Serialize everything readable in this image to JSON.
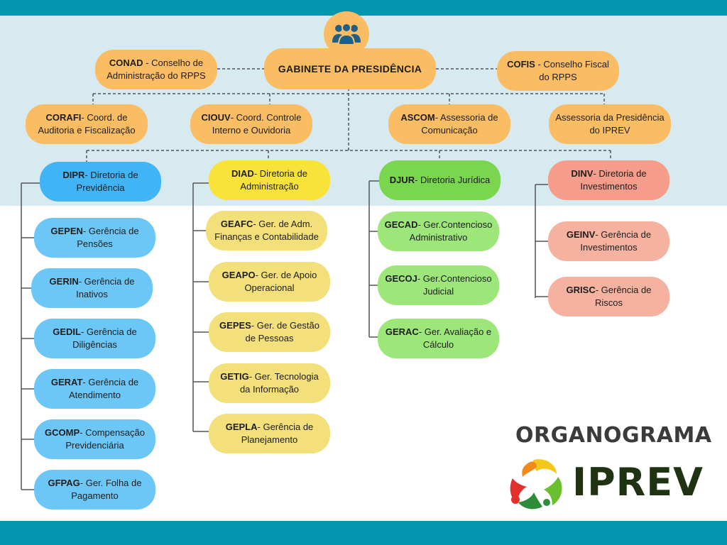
{
  "gabinete": "GABINETE DA PRESIDÊNCIA",
  "top_left": {
    "code": "CONAD",
    "desc": " - Conselho de Administração do RPPS"
  },
  "top_right": {
    "code": "COFIS",
    "desc": " - Conselho Fiscal do RPPS"
  },
  "advisory": [
    {
      "code": "CORAFI",
      "desc": "- Coord. de Auditoria e Fiscalização"
    },
    {
      "code": "CIOUV",
      "desc": "- Coord. Controle Interno e Ouvidoria"
    },
    {
      "code": "ASCOM",
      "desc": "- Assessoria de Comunicação"
    },
    {
      "code": "",
      "desc": "Assessoria da Presidência do IPREV"
    }
  ],
  "directorates": [
    {
      "code": "DIPR",
      "desc": "- Diretoria de Previdência",
      "units": [
        {
          "code": "GEPEN",
          "desc": "- Gerência de Pensões"
        },
        {
          "code": "GERIN",
          "desc": "- Gerência de Inativos"
        },
        {
          "code": "GEDIL",
          "desc": "- Gerência de Diligências"
        },
        {
          "code": "GERAT",
          "desc": "- Gerência de Atendimento"
        },
        {
          "code": "GCOMP",
          "desc": "- Compensação Previdenciária"
        },
        {
          "code": "GFPAG",
          "desc": "- Ger. Folha de Pagamento"
        }
      ]
    },
    {
      "code": "DIAD",
      "desc": "- Diretoria de Administração",
      "units": [
        {
          "code": "GEAFC",
          "desc": "- Ger. de Adm. Finanças e Contabilidade"
        },
        {
          "code": "GEAPO",
          "desc": "- Ger. de Apoio Operacional"
        },
        {
          "code": "GEPES",
          "desc": "- Ger. de Gestão de Pessoas"
        },
        {
          "code": "GETIG",
          "desc": "- Ger. Tecnologia da Informação"
        },
        {
          "code": "GEPLA",
          "desc": "- Gerência de Planejamento"
        }
      ]
    },
    {
      "code": "DJUR",
      "desc": "- Diretoria Jurídica",
      "units": [
        {
          "code": "GECAD",
          "desc": "- Ger.Contencioso Administrativo"
        },
        {
          "code": "GECOJ",
          "desc": "- Ger.Contencioso Judicial"
        },
        {
          "code": "GERAC",
          "desc": "- Ger. Avaliação e Cálculo"
        }
      ]
    },
    {
      "code": "DINV",
      "desc": "- Diretoria de Investimentos",
      "units": [
        {
          "code": "GEINV",
          "desc": "- Gerência de Investimentos"
        },
        {
          "code": "GRISC",
          "desc": "- Gerência de Riscos"
        }
      ]
    }
  ],
  "footer_title": "ORGANOGRAMA",
  "logo_text": "IPREV",
  "colors": {
    "band": "#0395ad",
    "light_bg": "#d6eaf0",
    "orange": "#fbbd63",
    "blue": "#6cc7f6",
    "yellow": "#f4e07a",
    "green": "#9de77a",
    "pink": "#f6b2a0"
  }
}
